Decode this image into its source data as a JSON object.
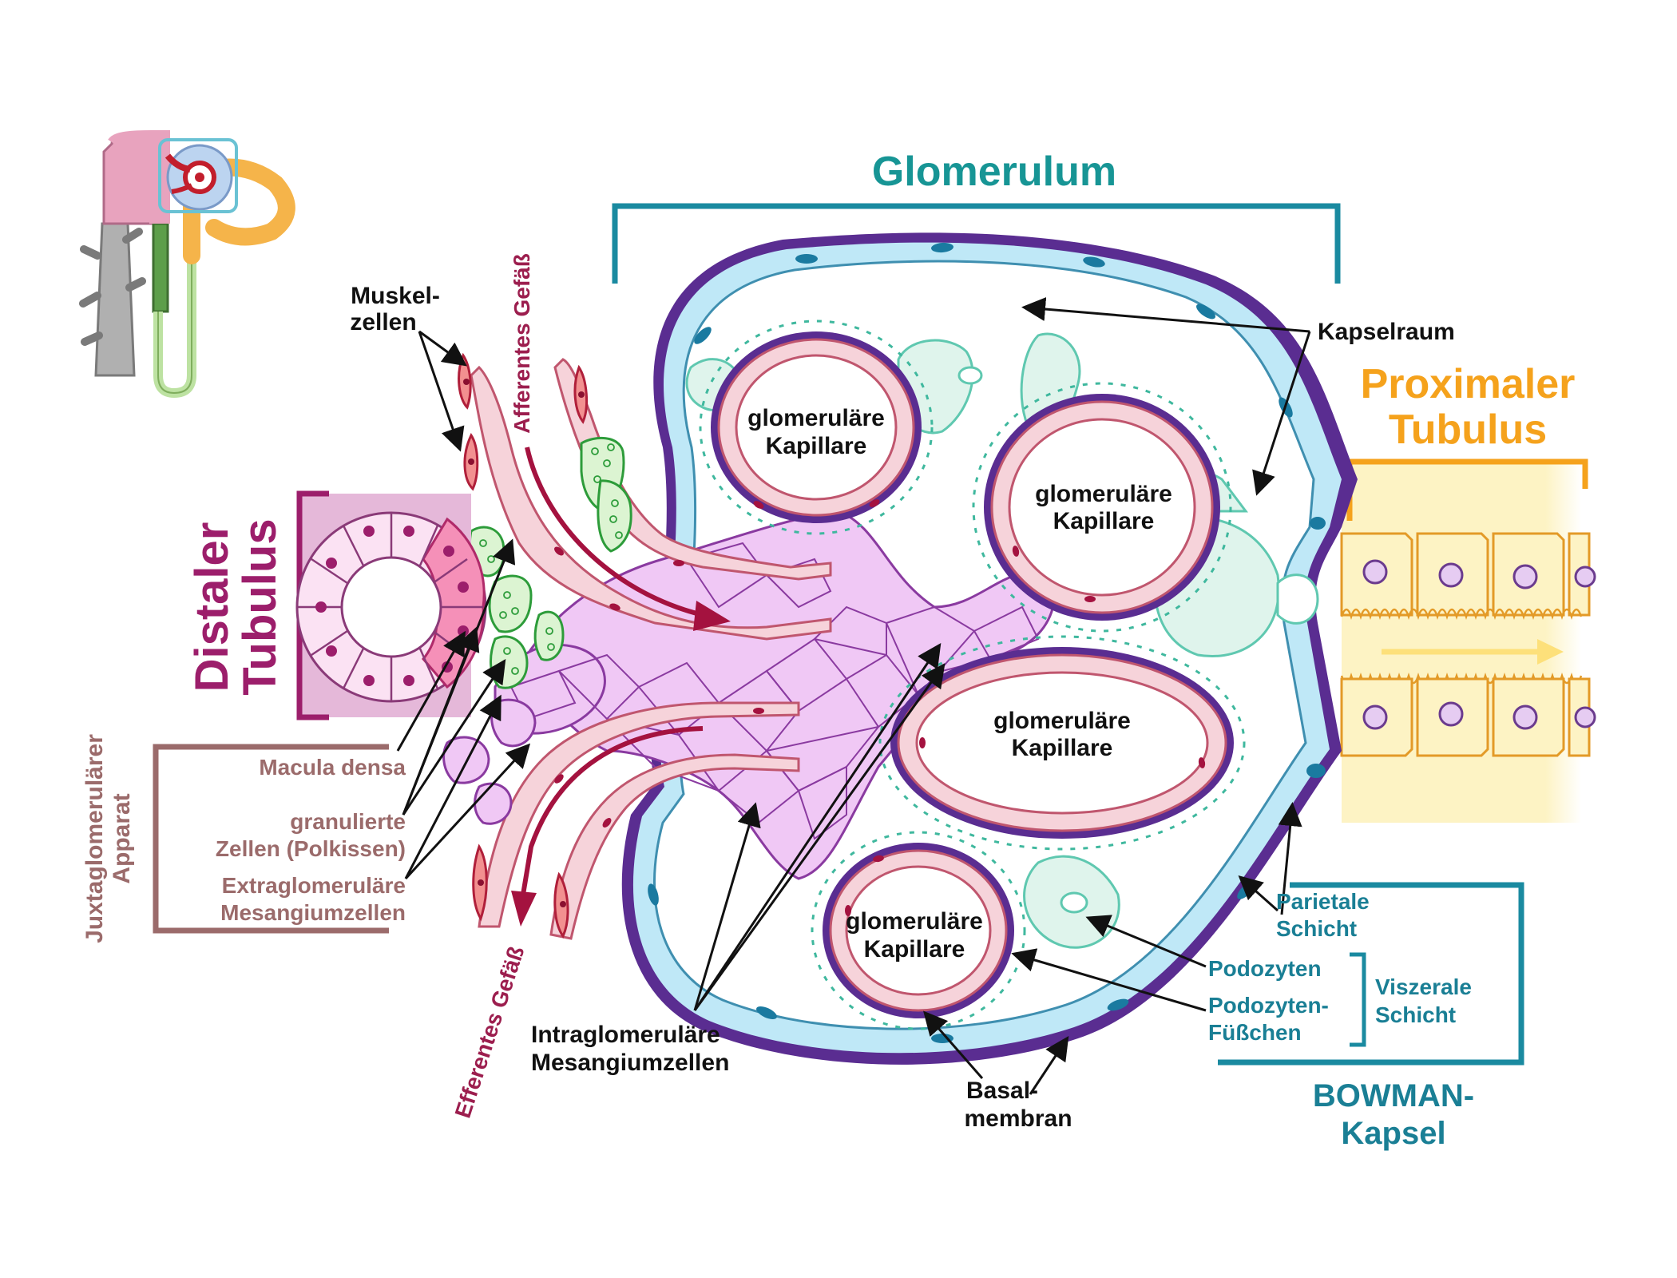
{
  "titles": {
    "glomerulum": "Glomerulum",
    "proximaler_line1": "Proximaler",
    "proximaler_line2": "Tubulus",
    "distaler_line1": "Distaler",
    "distaler_line2": "Tubulus",
    "bowman_line1": "BOWMAN-",
    "bowman_line2": "Kapsel",
    "juxta_line1": "Juxtaglomerulärer",
    "juxta_line2": "Apparat"
  },
  "vessels": {
    "afferent": "Afferentes Gefäß",
    "efferent": "Efferentes Gefäß"
  },
  "labels": {
    "muskel_line1": "Muskel-",
    "muskel_line2": "zellen",
    "kapselraum": "Kapselraum",
    "capillary_line1": "glomeruläre",
    "capillary_line2": "Kapillare",
    "macula_densa": "Macula densa",
    "granulierte_line1": "granulierte",
    "granulierte_line2": "Zellen (Polkissen)",
    "extra_line1": "Extraglomeruläre",
    "extra_line2": "Mesangiumzellen",
    "intra_line1": "Intraglomeruläre",
    "intra_line2": "Mesangiumzellen",
    "basal_line1": "Basal-",
    "basal_line2": "membran",
    "parietale_line1": "Parietale",
    "parietale_line2": "Schicht",
    "podozyten": "Podozyten",
    "fuesschen_line1": "Podozyten-",
    "fuesschen_line2": "Füßchen",
    "viszerale_line1": "Viszerale",
    "viszerale_line2": "Schicht"
  },
  "colors": {
    "teal_title": "#179595",
    "orange_title": "#f5a21c",
    "purple_title": "#9c1e6b",
    "bracket_teal": "#1a8aa0",
    "capsule_purple": "#5a2d91",
    "parietal_blue": "#bfe8f7",
    "podocyte_green": "#dff4ec",
    "mesangium_violet": "#f0c8f5",
    "capillary_pink": "#f6d3da",
    "vessel_red": "#a4123f",
    "tubule_yellow": "#fdf3c4"
  }
}
